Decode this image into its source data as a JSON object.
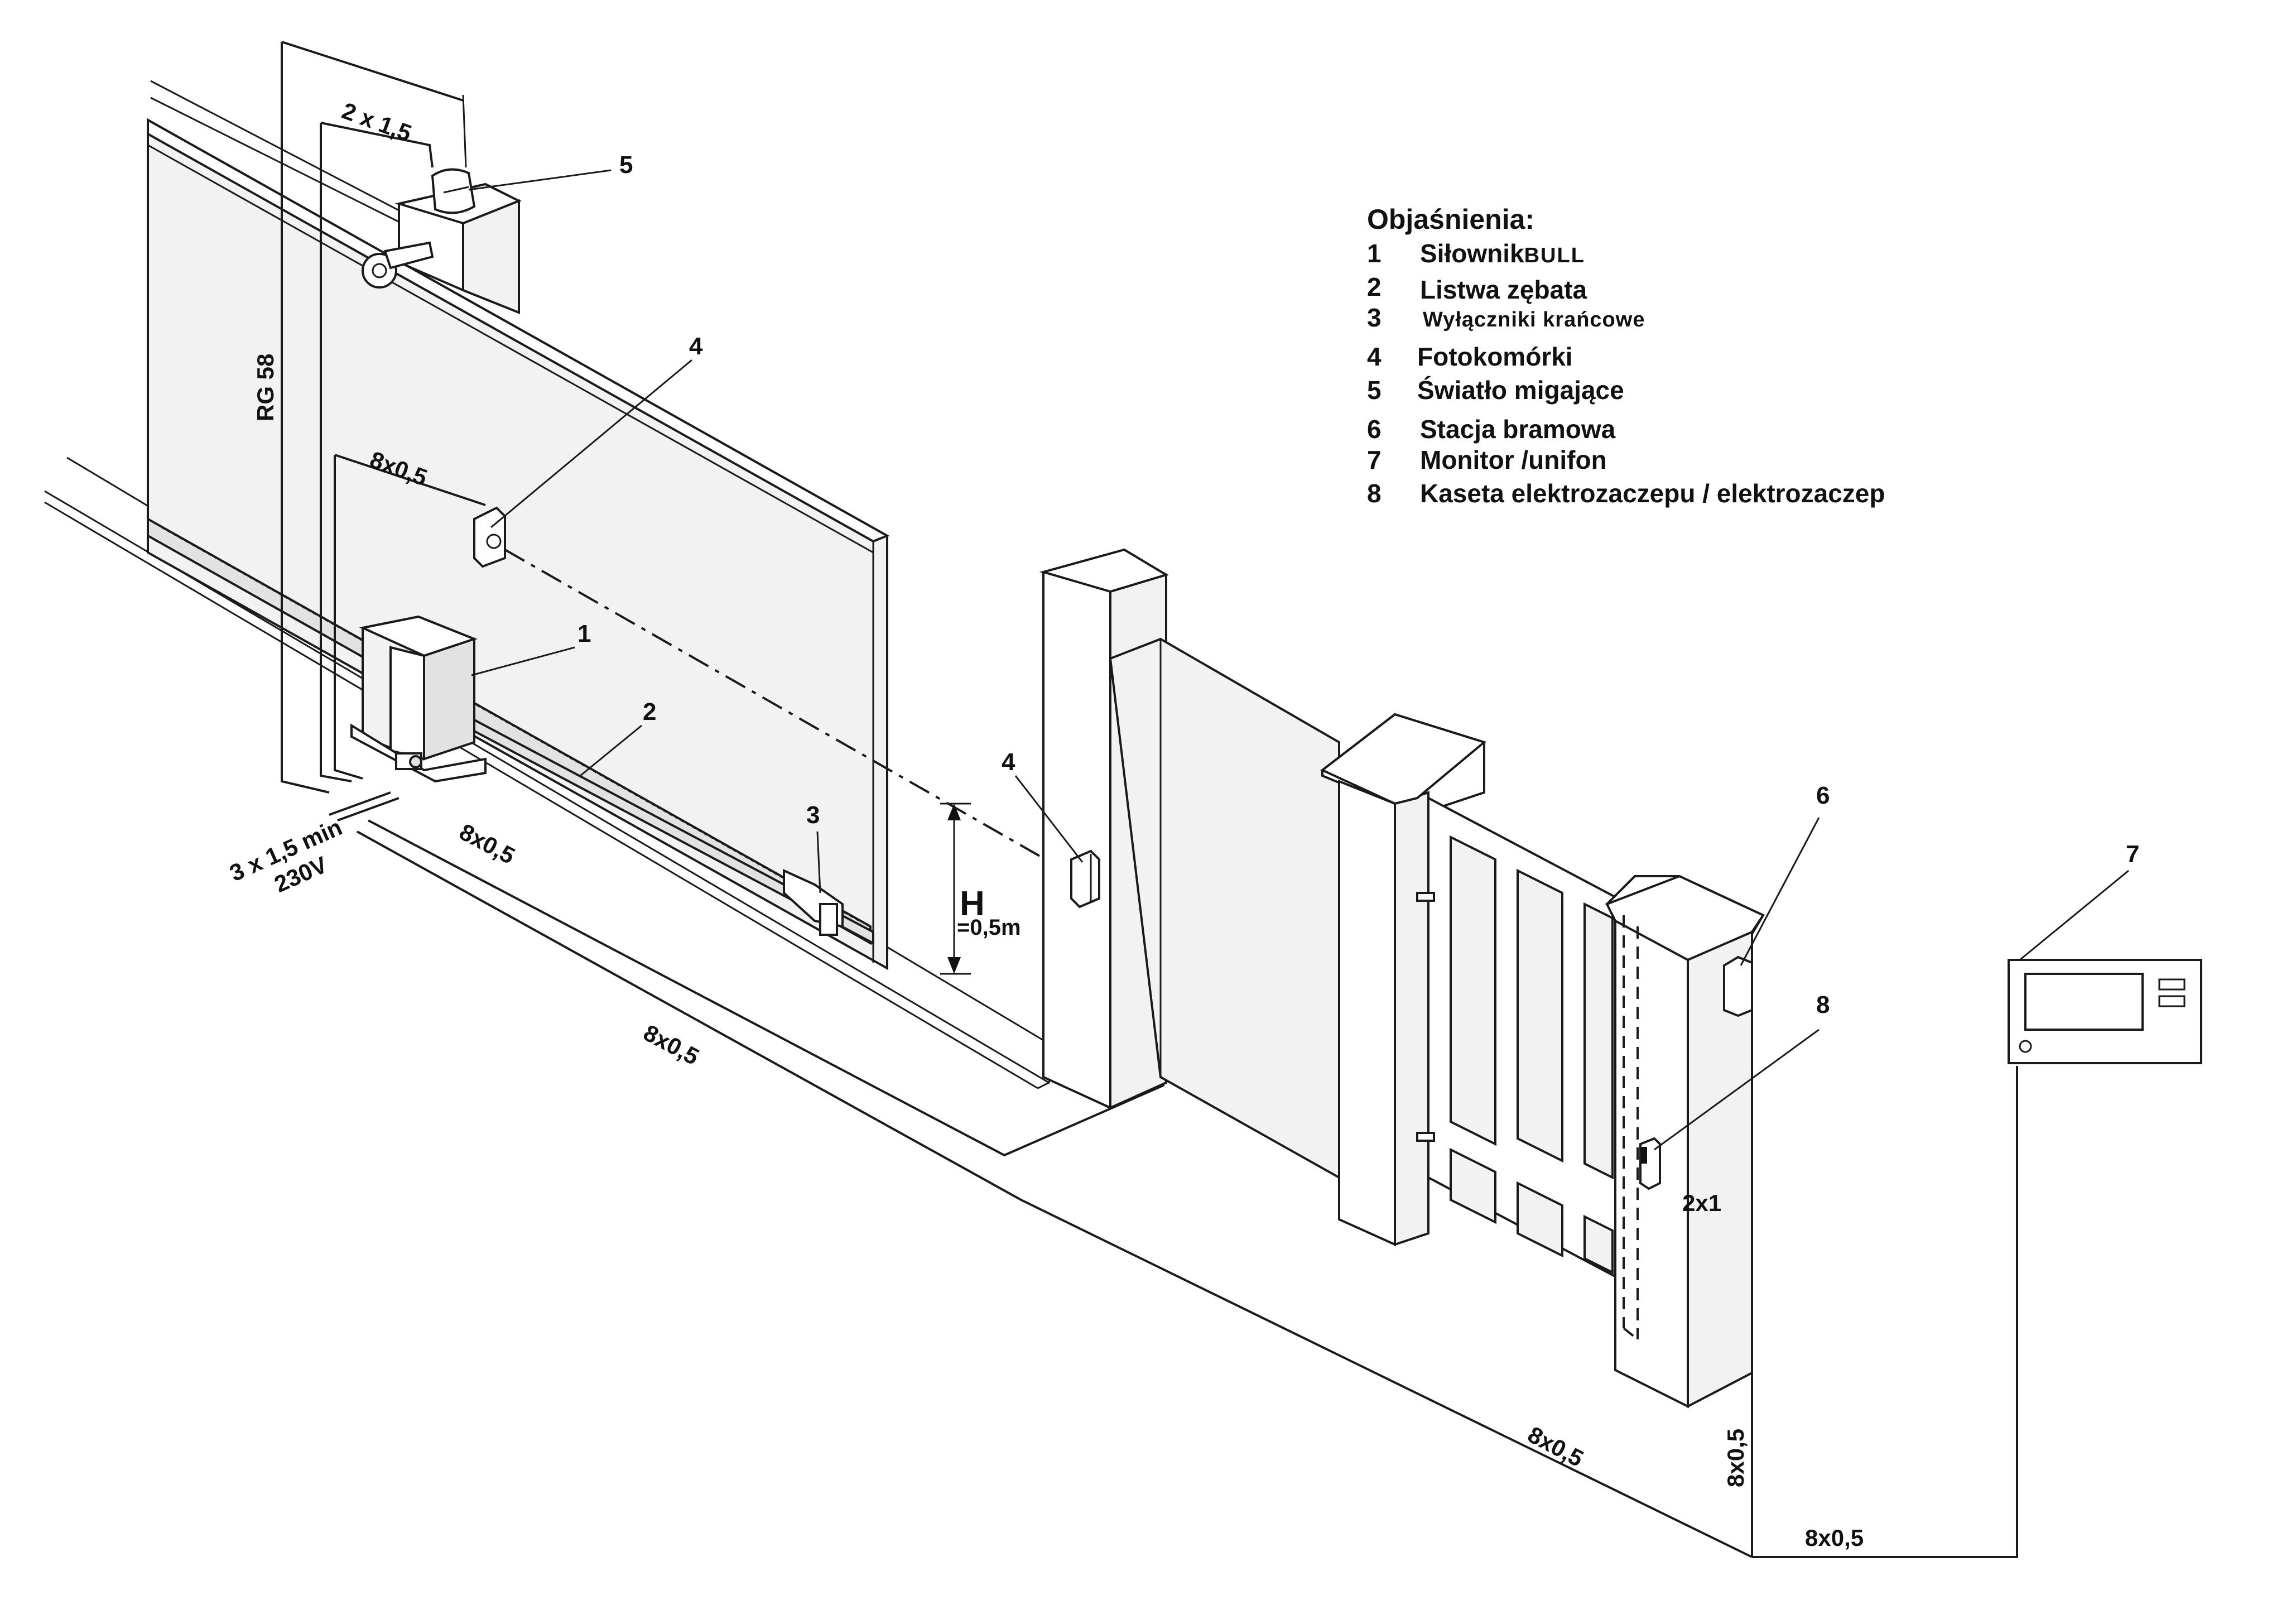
{
  "legend": {
    "title": "Objaśnienia:",
    "items": [
      {
        "num": "1",
        "label": "Siłownik",
        "suffix": "BULL"
      },
      {
        "num": "2",
        "label": "Listwa zębata"
      },
      {
        "num": "3",
        "label": "Wyłączniki krańcowe"
      },
      {
        "num": "4",
        "label": "Fotokomórki"
      },
      {
        "num": "5",
        "label": "Światło migające"
      },
      {
        "num": "6",
        "label": "Stacja bramowa"
      },
      {
        "num": "7",
        "label": "Monitor /unifon"
      },
      {
        "num": "8",
        "label": "Kaseta elektrozaczepu / elektrozaczep"
      }
    ]
  },
  "cables": {
    "lamp": "2 x 1,5",
    "antenna": "RG 58",
    "photocell_gate": "8x0,5",
    "motor_to_photocell": "8x0,5",
    "motor_to_post": "8x0,5",
    "power": "3 x 1,5 min",
    "voltage": "230V",
    "to_wicket": "8x0,5",
    "post_vertical": "8x0,5",
    "to_monitor": "8x0,5",
    "lock": "2x1"
  },
  "height": {
    "symbol": "H",
    "value": "=0,5m"
  },
  "callouts": {
    "c1": "1",
    "c2": "2",
    "c3": "3",
    "c4a": "4",
    "c4b": "4",
    "c5": "5",
    "c6": "6",
    "c7": "7",
    "c8": "8"
  }
}
